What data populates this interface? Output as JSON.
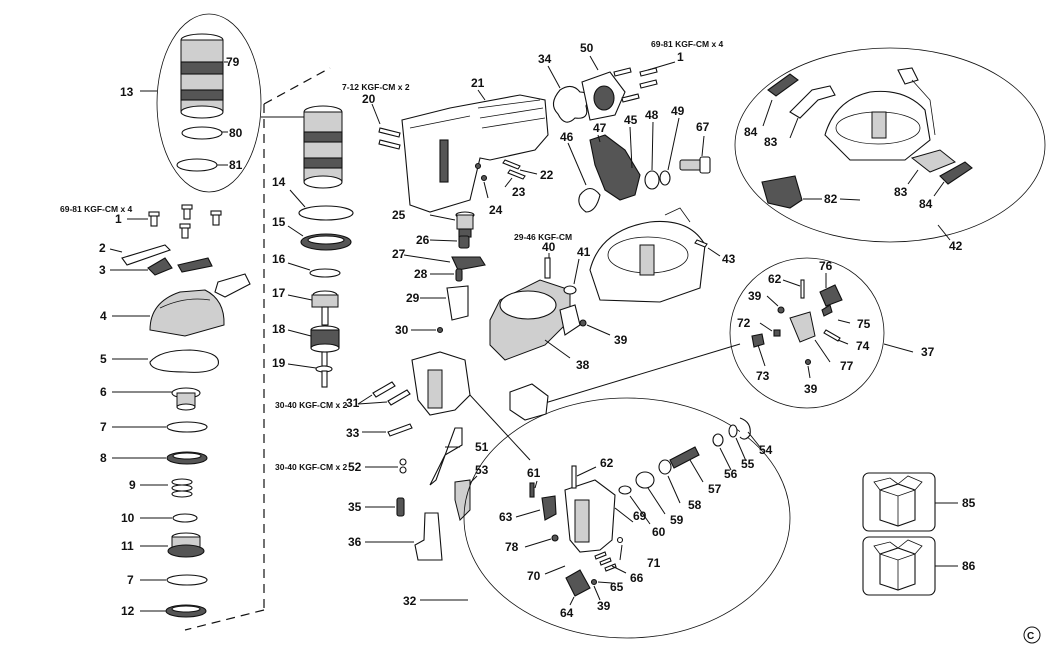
{
  "specs": {
    "s1": "69-81 KGF-CM x 4",
    "s2": "7-12 KGF-CM x 2",
    "s3": "69-81 KGF-CM x 4",
    "s4": "29-46 KGF-CM",
    "s5": "30-40 KGF-CM x 2",
    "s6": "30-40 KGF-CM x 2"
  },
  "copyright": "©",
  "callouts": [
    {
      "id": "c79",
      "label": "79"
    },
    {
      "id": "c13",
      "label": "13"
    },
    {
      "id": "c80",
      "label": "80"
    },
    {
      "id": "c81",
      "label": "81"
    },
    {
      "id": "c1a",
      "label": "1"
    },
    {
      "id": "c2",
      "label": "2"
    },
    {
      "id": "c3",
      "label": "3"
    },
    {
      "id": "c4",
      "label": "4"
    },
    {
      "id": "c5",
      "label": "5"
    },
    {
      "id": "c6",
      "label": "6"
    },
    {
      "id": "c7a",
      "label": "7"
    },
    {
      "id": "c8",
      "label": "8"
    },
    {
      "id": "c9",
      "label": "9"
    },
    {
      "id": "c10",
      "label": "10"
    },
    {
      "id": "c11",
      "label": "11"
    },
    {
      "id": "c7b",
      "label": "7"
    },
    {
      "id": "c12",
      "label": "12"
    },
    {
      "id": "c14",
      "label": "14"
    },
    {
      "id": "c15",
      "label": "15"
    },
    {
      "id": "c16",
      "label": "16"
    },
    {
      "id": "c17",
      "label": "17"
    },
    {
      "id": "c18",
      "label": "18"
    },
    {
      "id": "c19",
      "label": "19"
    },
    {
      "id": "c20",
      "label": "20"
    },
    {
      "id": "c21",
      "label": "21"
    },
    {
      "id": "c22",
      "label": "22"
    },
    {
      "id": "c23",
      "label": "23"
    },
    {
      "id": "c24",
      "label": "24"
    },
    {
      "id": "c25",
      "label": "25"
    },
    {
      "id": "c26",
      "label": "26"
    },
    {
      "id": "c27",
      "label": "27"
    },
    {
      "id": "c28",
      "label": "28"
    },
    {
      "id": "c29",
      "label": "29"
    },
    {
      "id": "c30",
      "label": "30"
    },
    {
      "id": "c31",
      "label": "31"
    },
    {
      "id": "c33",
      "label": "33"
    },
    {
      "id": "c52",
      "label": "52"
    },
    {
      "id": "c35",
      "label": "35"
    },
    {
      "id": "c36",
      "label": "36"
    },
    {
      "id": "c51",
      "label": "51"
    },
    {
      "id": "c53",
      "label": "53"
    },
    {
      "id": "c32",
      "label": "32"
    },
    {
      "id": "c34",
      "label": "34"
    },
    {
      "id": "c50",
      "label": "50"
    },
    {
      "id": "c1b",
      "label": "1"
    },
    {
      "id": "c46",
      "label": "46"
    },
    {
      "id": "c47",
      "label": "47"
    },
    {
      "id": "c45",
      "label": "45"
    },
    {
      "id": "c48",
      "label": "48"
    },
    {
      "id": "c49",
      "label": "49"
    },
    {
      "id": "c67",
      "label": "67"
    },
    {
      "id": "c40",
      "label": "40"
    },
    {
      "id": "c41",
      "label": "41"
    },
    {
      "id": "c43",
      "label": "43"
    },
    {
      "id": "c38",
      "label": "38"
    },
    {
      "id": "c39a",
      "label": "39"
    },
    {
      "id": "c84a",
      "label": "84"
    },
    {
      "id": "c83a",
      "label": "83"
    },
    {
      "id": "c82",
      "label": "82"
    },
    {
      "id": "c83b",
      "label": "83"
    },
    {
      "id": "c84b",
      "label": "84"
    },
    {
      "id": "c42",
      "label": "42"
    },
    {
      "id": "c62a",
      "label": "62"
    },
    {
      "id": "c76",
      "label": "76"
    },
    {
      "id": "c39b",
      "label": "39"
    },
    {
      "id": "c72",
      "label": "72"
    },
    {
      "id": "c75",
      "label": "75"
    },
    {
      "id": "c74",
      "label": "74"
    },
    {
      "id": "c37",
      "label": "37"
    },
    {
      "id": "c73",
      "label": "73"
    },
    {
      "id": "c77",
      "label": "77"
    },
    {
      "id": "c39c",
      "label": "39"
    },
    {
      "id": "c54",
      "label": "54"
    },
    {
      "id": "c55",
      "label": "55"
    },
    {
      "id": "c56",
      "label": "56"
    },
    {
      "id": "c57",
      "label": "57"
    },
    {
      "id": "c58",
      "label": "58"
    },
    {
      "id": "c59",
      "label": "59"
    },
    {
      "id": "c60",
      "label": "60"
    },
    {
      "id": "c61",
      "label": "61"
    },
    {
      "id": "c62b",
      "label": "62"
    },
    {
      "id": "c63",
      "label": "63"
    },
    {
      "id": "c69",
      "label": "69"
    },
    {
      "id": "c78",
      "label": "78"
    },
    {
      "id": "c71",
      "label": "71"
    },
    {
      "id": "c70",
      "label": "70"
    },
    {
      "id": "c66",
      "label": "66"
    },
    {
      "id": "c65",
      "label": "65"
    },
    {
      "id": "c64",
      "label": "64"
    },
    {
      "id": "c39d",
      "label": "39"
    },
    {
      "id": "c85",
      "label": "85"
    },
    {
      "id": "c86",
      "label": "86"
    }
  ]
}
